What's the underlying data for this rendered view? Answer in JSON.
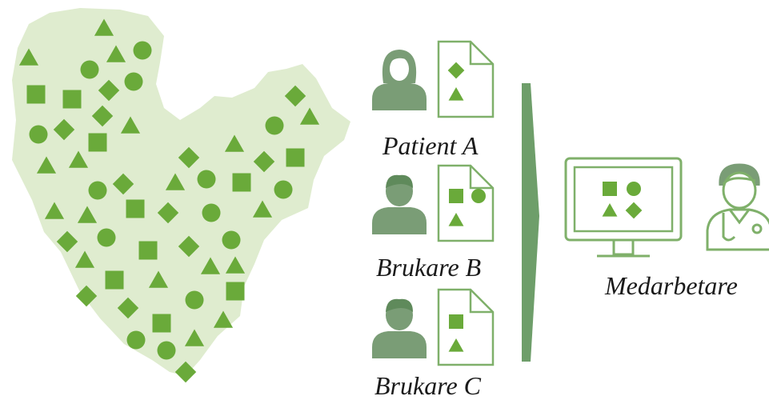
{
  "colors": {
    "region_fill": "#dfeccf",
    "marker": "#6aaa3a",
    "person": "#7a9d76",
    "outline": "#7fb06a",
    "arrow": "#6e9e6a"
  },
  "people": [
    {
      "label": "Patient A",
      "icon": "woman-user-icon",
      "document_shapes": [
        "diamond",
        "triangle"
      ]
    },
    {
      "label": "Brukare B",
      "icon": "man-user-icon",
      "document_shapes": [
        "square",
        "circle",
        "triangle"
      ]
    },
    {
      "label": "Brukare C",
      "icon": "man-user-icon",
      "document_shapes": [
        "square",
        "triangle"
      ]
    }
  ],
  "staff": {
    "label": "Medarbetare",
    "screen_icon": "computer-monitor-icon",
    "person_icon": "doctor-icon",
    "screen_shapes": [
      "square",
      "circle",
      "triangle",
      "diamond"
    ]
  },
  "map": {
    "icon": "region-map-icon",
    "marker_shapes": [
      "triangle",
      "circle",
      "square",
      "diamond"
    ]
  }
}
